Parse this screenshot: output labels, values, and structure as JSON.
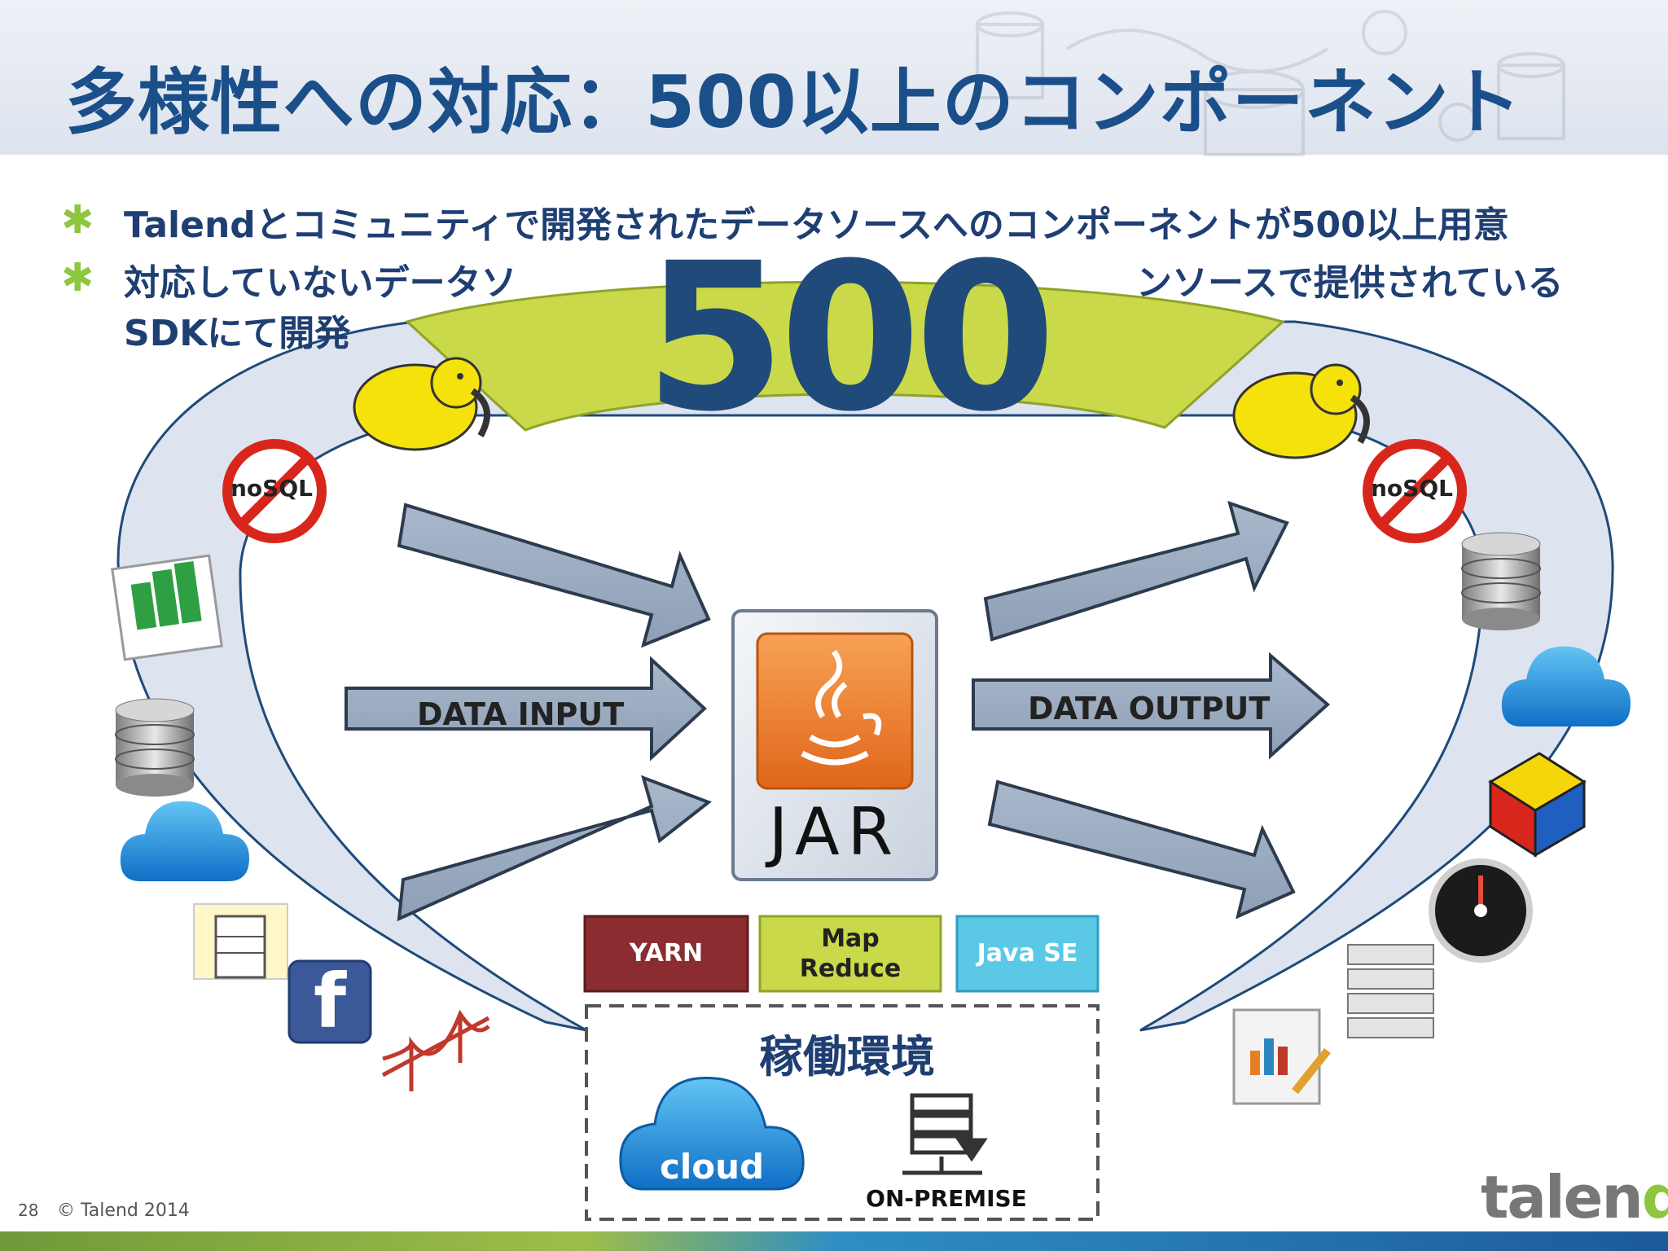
{
  "slide": {
    "title": "多様性への対応：500以上のコンポーネント",
    "bullets": [
      "Talendとコミュニティで開発されたデータソースへのコンポーネントが500以上用意",
      "対応していないデータソ",
      "ンソースで提供されている",
      "SDKにて開発"
    ],
    "big_number": "500",
    "labels": {
      "data_input": "DATA INPUT",
      "data_output": "DATA OUTPUT",
      "jar": "JAR",
      "nosql": "noSQL",
      "facebook": "f"
    },
    "runtime": {
      "yarn": "YARN",
      "mapreduce_line1": "Map",
      "mapreduce_line2": "Reduce",
      "javase": "Java SE",
      "heading": "稼働環境",
      "cloud": "cloud",
      "onpremise": "ON-PREMISE"
    },
    "colors": {
      "title": "#1b4f8a",
      "text": "#1f3f73",
      "accent_green": "#c9d94a",
      "yarn": "#8b2c30",
      "javase": "#5bc8e6",
      "big_number": "#1f4a7a"
    },
    "footer": {
      "page_number": "28",
      "copyright": "© Talend 2014",
      "logo_text": "talen",
      "logo_d": "d",
      "logo_star": "*"
    }
  }
}
